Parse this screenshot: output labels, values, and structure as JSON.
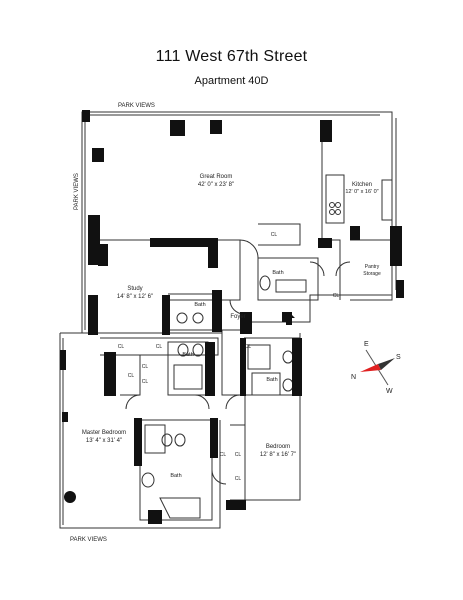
{
  "header": {
    "title": "111 West 67th Street",
    "subtitle": "Apartment 40D"
  },
  "views": {
    "top": "PARK VIEWS",
    "left": "PARK VIEWS",
    "bottom": "PARK VIEWS"
  },
  "rooms": {
    "great_room": {
      "name": "Great Room",
      "dims": "42' 0\" x 23' 8\""
    },
    "kitchen": {
      "name": "Kitchen",
      "dims": "12' 0\" x 16' 0\""
    },
    "study": {
      "name": "Study",
      "dims": "14' 8\" x 12' 6\""
    },
    "master_bedroom": {
      "name": "Master Bedroom",
      "dims": "13' 4\" x 31' 4\""
    },
    "bedroom": {
      "name": "Bedroom",
      "dims": "12' 8\" x 16' 7\""
    },
    "pantry": {
      "name": "Pantry",
      "sub": "Storage"
    },
    "foyer": "Foyer"
  },
  "labels": {
    "bath": "Bath",
    "closet": "CL"
  },
  "compass": {
    "n": "N",
    "e": "E",
    "s": "S",
    "w": "W",
    "needle_color": "#e02020"
  },
  "colors": {
    "wall": "#111111",
    "line": "#333333"
  }
}
